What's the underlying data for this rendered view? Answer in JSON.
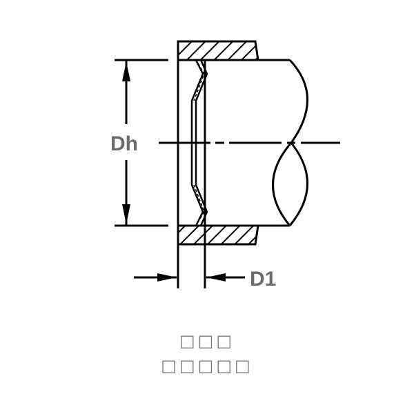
{
  "diagram": {
    "type": "seal-installation-cross-section",
    "labels": {
      "bore_diameter": "Dh",
      "seal_width": "D1"
    },
    "caption": {
      "line1": "□□□",
      "line2": "□□□□□"
    },
    "colors": {
      "line": "#000000",
      "label": "#6b6b6b",
      "caption": "#777777"
    }
  }
}
